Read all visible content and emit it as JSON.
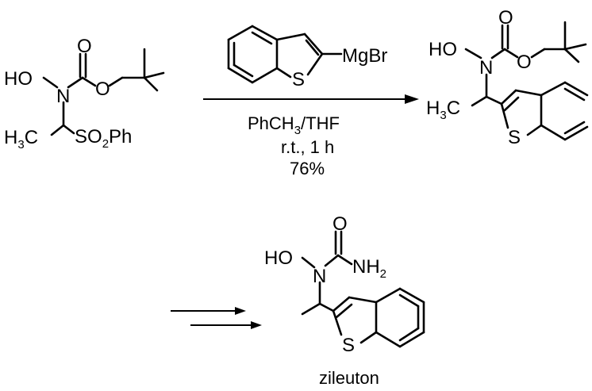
{
  "starting_material": {
    "hydroxyl": "HO",
    "nitrogen": "N",
    "carbonyl_oxygen": "O",
    "ester_oxygen": "O",
    "methyl": "H",
    "methyl_carbon": "C",
    "methyl_subscript": "3",
    "sulfonyl_s": "SO",
    "sulfonyl_subscript": "2",
    "sulfonyl_ph": "Ph"
  },
  "reagent": {
    "magnesium_bromide": "MgBr",
    "sulfur": "S"
  },
  "conditions": {
    "solvent_main": "PhCH",
    "solvent_subscript": "3",
    "solvent_tail": "/THF",
    "time": "r.t., 1 h",
    "yield": "76%"
  },
  "product": {
    "hydroxyl": "HO",
    "nitrogen": "N",
    "carbonyl_oxygen": "O",
    "ester_oxygen": "O",
    "methyl": "H",
    "methyl_carbon": "C",
    "methyl_subscript": "3",
    "sulfur": "S"
  },
  "zileuton": {
    "hydroxyl": "HO",
    "nitrogen": "N",
    "carbonyl_oxygen": "O",
    "amine": "NH",
    "amine_subscript": "2",
    "sulfur": "S",
    "name": "zileuton"
  }
}
